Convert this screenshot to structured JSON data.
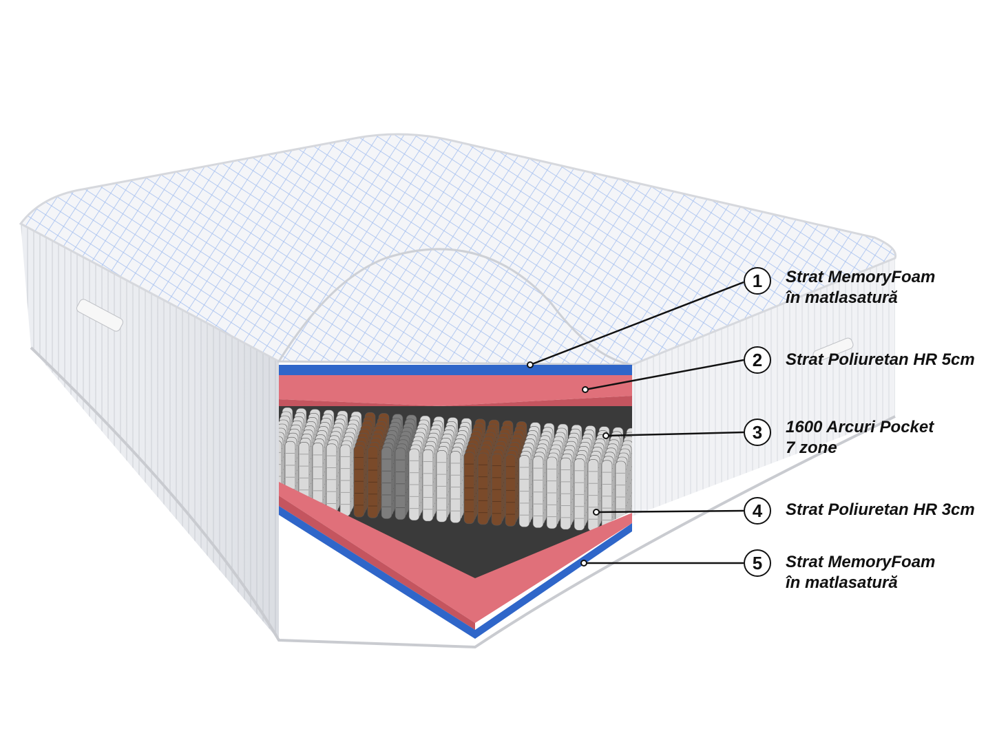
{
  "layers": [
    {
      "number": "1",
      "lines": [
        "Strat MemoryFoam",
        "în matlasatură"
      ]
    },
    {
      "number": "2",
      "lines": [
        "Strat Poliuretan HR 5cm"
      ]
    },
    {
      "number": "3",
      "lines": [
        "1600 Arcuri Pocket",
        "7 zone"
      ]
    },
    {
      "number": "4",
      "lines": [
        "Strat Poliuretan HR 3cm"
      ]
    },
    {
      "number": "5",
      "lines": [
        "Strat MemoryFoam",
        "în matlasatură"
      ]
    }
  ],
  "colors": {
    "memory_foam": "#2f66c9",
    "polyurethane": "#e0707a",
    "spring_light": "#d9d9d9",
    "spring_brown": "#7a4a2a",
    "spring_grey": "#7d7d7d",
    "fabric": "#f3f4f7",
    "quilt_stitch": "#7fa3e8"
  }
}
